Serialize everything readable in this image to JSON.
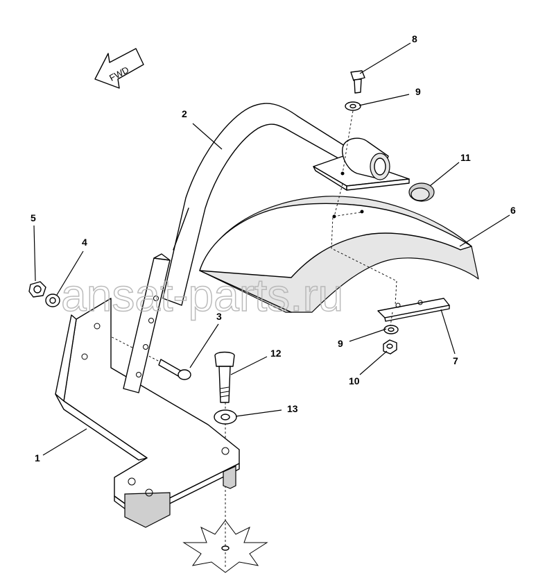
{
  "direction_label": "FWD",
  "watermark": "ansat-parts.ru",
  "corner_code": "",
  "callouts": {
    "c1": "1",
    "c2": "2",
    "c3": "3",
    "c4": "4",
    "c5": "5",
    "c6": "6",
    "c7": "7",
    "c8": "8",
    "c9a": "9",
    "c9b": "9",
    "c10": "10",
    "c11": "11",
    "c12": "12",
    "c13": "13"
  }
}
